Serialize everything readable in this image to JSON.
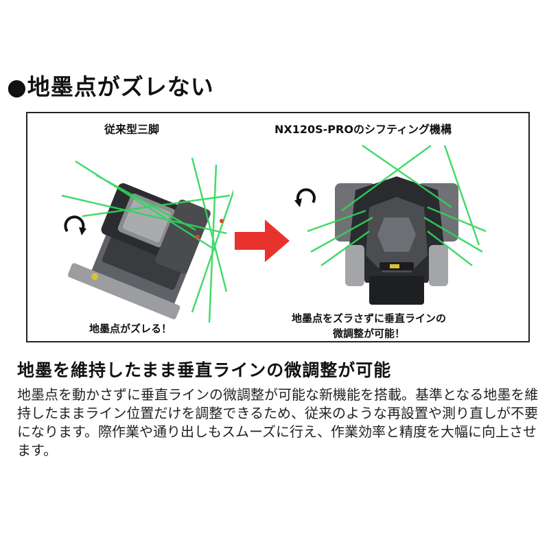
{
  "heading": "●地墨点がズレない",
  "comparison": {
    "left": {
      "title": "従来型三脚",
      "caption": "地墨点がズレる！"
    },
    "right": {
      "title": "NX120S-PROのシフティング機構",
      "caption_lines": [
        "地墨点をズラさずに垂直ラインの",
        "微調整が可能！"
      ]
    }
  },
  "subheading": "地墨を維持したまま垂直ラインの微調整が可能",
  "body": "地墨点を動かさずに垂直ラインの微調整が可能な新機能を搭載。基準となる地墨を維持したままライン位置だけを調整できるため、従来のような再設置や測り直しが不要になります。際作業や通り出しもスムーズに行え、作業効率と精度を大幅に向上させます。",
  "icons": {
    "left_rotation": "clockwise-rotation-icon",
    "right_rotation": "counterclockwise-rotation-icon",
    "arrow": "right-arrow-icon"
  },
  "colors": {
    "laser": "#2fd65a",
    "arrow": "#e8322e",
    "device_dark": "#2a2b2e",
    "device_mid": "#6f7175"
  }
}
